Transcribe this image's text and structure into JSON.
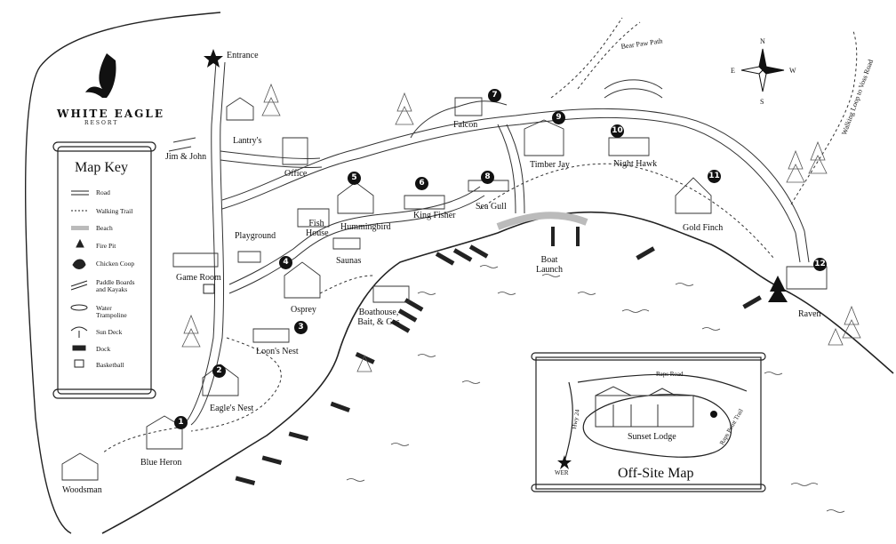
{
  "logo": {
    "title": "WHITE EAGLE",
    "subtitle": "RESORT"
  },
  "map_key": {
    "title": "Map Key",
    "items": [
      {
        "label": "Road",
        "icon": "road-icon"
      },
      {
        "label": "Walking Trail",
        "icon": "trail-icon"
      },
      {
        "label": "Beach",
        "icon": "beach-icon"
      },
      {
        "label": "Fire Pit",
        "icon": "fire-pit-icon"
      },
      {
        "label": "Chicken Coop",
        "icon": "chicken-icon"
      },
      {
        "label": "Paddle Boards and Kayaks",
        "icon": "kayak-icon"
      },
      {
        "label": "Water Trampoline",
        "icon": "trampoline-icon"
      },
      {
        "label": "Sun Deck",
        "icon": "umbrella-icon"
      },
      {
        "label": "Dock",
        "icon": "dock-icon"
      },
      {
        "label": "Basketball",
        "icon": "basketball-icon"
      }
    ]
  },
  "places": {
    "entrance": "Entrance",
    "lantrys": "Lantry's",
    "jim_john": "Jim & John",
    "office": "Office",
    "falcon": "Falcon",
    "timber_jay": "Timber Jay",
    "night_hawk": "Night Hawk",
    "gold_finch": "Gold Finch",
    "raven": "Raven",
    "fish_house": "Fish House",
    "hummingbird": "Hummingbird",
    "king_fisher": "King Fisher",
    "sea_gull": "Sea Gull",
    "saunas": "Saunas",
    "playground": "Playground",
    "game_room": "Game Room",
    "osprey": "Osprey",
    "loons_nest": "Loon's Nest",
    "boathouse": "Boathouse, Bait, & Gas",
    "boat_launch": "Boat Launch",
    "eagles_nest": "Eagle's Nest",
    "blue_heron": "Blue Heron",
    "woodsman": "Woodsman",
    "bear_paw": "Bear Paw Path",
    "voss_road": "Walking Loop to Voss Road"
  },
  "cabin_numbers": {
    "blue_heron": "1",
    "eagles_nest": "2",
    "loons_nest": "3",
    "osprey": "4",
    "hummingbird": "5",
    "king_fisher": "6",
    "falcon": "7",
    "sea_gull": "8",
    "timber_jay": "9",
    "night_hawk": "10",
    "gold_finch": "11",
    "raven": "12"
  },
  "compass": {
    "n": "N",
    "e": "E",
    "w": "W",
    "s": "S"
  },
  "offsite": {
    "title": "Off-Site Map",
    "lodge": "Sunset Lodge",
    "raps_road": "Raps Road",
    "hwy": "Hwy 24",
    "raps_trail": "Raps Point Trail",
    "wer": "WER"
  }
}
